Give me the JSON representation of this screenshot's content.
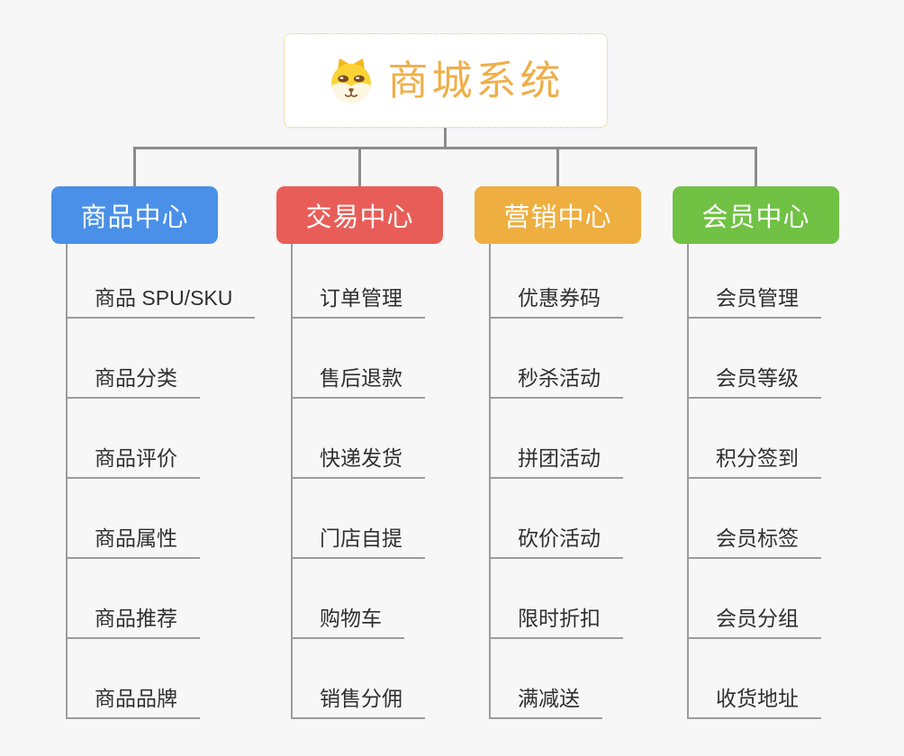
{
  "root": {
    "title": "商城系统",
    "icon": "dog-face-icon"
  },
  "colors": {
    "root_title": "#efae4a",
    "root_border": "#f0bc66",
    "connector": "#8c8c8c",
    "child_line": "#9c9c9c",
    "child_text": "#303030",
    "background": "#f7f7f7"
  },
  "branches": [
    {
      "id": "product-center",
      "label": "商品中心",
      "color": "#4a90e8",
      "children": [
        "商品 SPU/SKU",
        "商品分类",
        "商品评价",
        "商品属性",
        "商品推荐",
        "商品品牌"
      ]
    },
    {
      "id": "trade-center",
      "label": "交易中心",
      "color": "#e95d58",
      "children": [
        "订单管理",
        "售后退款",
        "快递发货",
        "门店自提",
        "购物车",
        "销售分佣"
      ]
    },
    {
      "id": "marketing-center",
      "label": "营销中心",
      "color": "#eeaf40",
      "children": [
        "优惠券码",
        "秒杀活动",
        "拼团活动",
        "砍价活动",
        "限时折扣",
        "满减送"
      ]
    },
    {
      "id": "member-center",
      "label": "会员中心",
      "color": "#70c144",
      "children": [
        "会员管理",
        "会员等级",
        "积分签到",
        "会员标签",
        "会员分组",
        "收货地址"
      ]
    }
  ]
}
